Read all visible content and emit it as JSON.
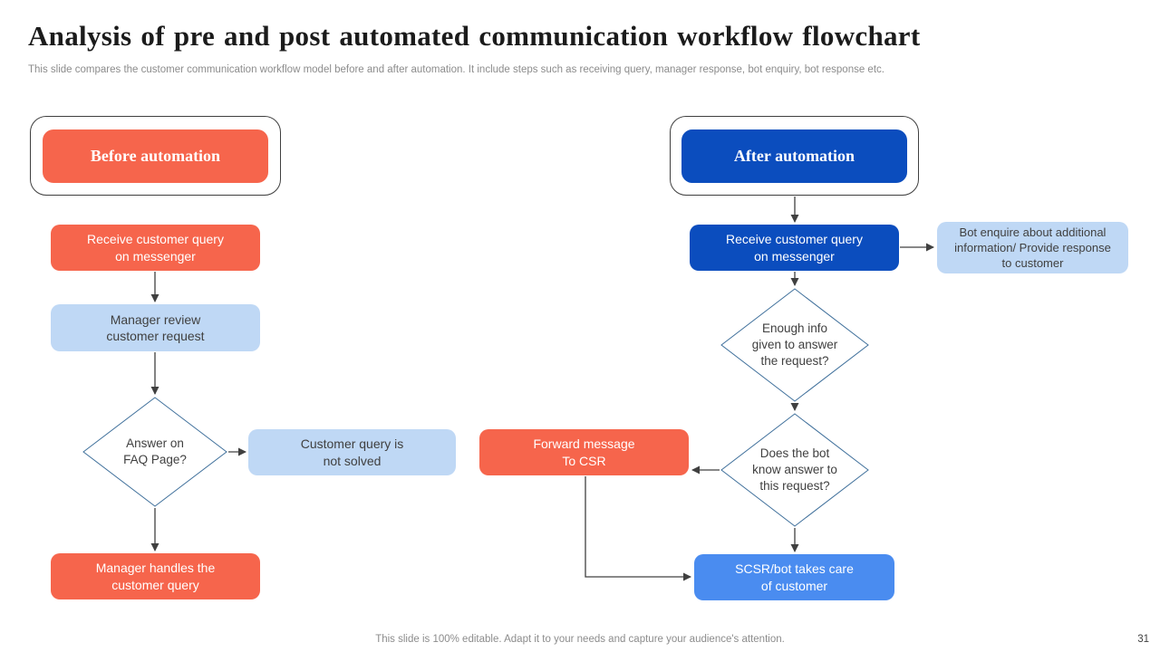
{
  "slide": {
    "title": "Analysis of pre and post automated communication workflow flowchart",
    "subtitle": "This slide compares the customer communication workflow model before and after automation. It include steps such as receiving query, manager response, bot enquiry, bot response etc.",
    "footer": "This slide is 100% editable. Adapt it to your needs and capture your audience's attention.",
    "page_number": "31"
  },
  "colors": {
    "orange": "#F6654C",
    "dark_blue": "#0B4DBE",
    "light_blue": "#BFD8F5",
    "medium_blue": "#4A8CF0",
    "diamond_border": "#41719C",
    "arrow": "#404040",
    "text_dark": "#404040",
    "text_muted": "#8C8C8C"
  },
  "before": {
    "header": "Before automation",
    "receive": "Receive customer query\non messenger",
    "review": "Manager review\ncustomer request",
    "faq": "Answer on\nFAQ Page?",
    "not_solved": "Customer query is\nnot solved",
    "handles": "Manager handles the\ncustomer query"
  },
  "after": {
    "header": "After automation",
    "receive": "Receive customer query\non messenger",
    "bot_enquire": "Bot enquire about additional\ninformation/ Provide response\nto customer",
    "enough_info": "Enough info\ngiven to answer\nthe request?",
    "bot_knows": "Does the bot\nknow answer to\nthis request?",
    "forward": "Forward message\nTo CSR",
    "scsr": "SCSR/bot takes care\nof customer"
  }
}
